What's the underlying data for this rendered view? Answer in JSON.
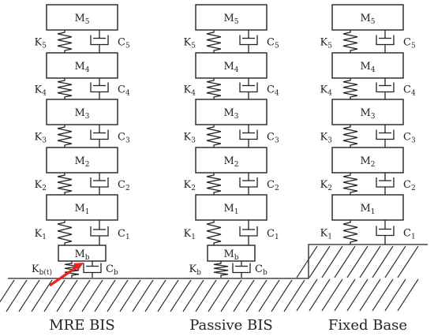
{
  "columns": [
    {
      "id": "mre-bis",
      "caption": "MRE BIS",
      "masses": [
        "M5",
        "M4",
        "M3",
        "M2",
        "M1"
      ],
      "springs": [
        "K5",
        "K4",
        "K3",
        "K2",
        "K1"
      ],
      "dampers": [
        "C5",
        "C4",
        "C3",
        "C2",
        "C1"
      ],
      "base": {
        "mass": "Mb",
        "spring": "Kb(t)",
        "damper": "Cb"
      },
      "arrow_color": "#e8231b"
    },
    {
      "id": "passive-bis",
      "caption": "Passive BIS",
      "masses": [
        "M5",
        "M4",
        "M3",
        "M2",
        "M1"
      ],
      "springs": [
        "K5",
        "K4",
        "K3",
        "K2",
        "K1"
      ],
      "dampers": [
        "C5",
        "C4",
        "C3",
        "C2",
        "C1"
      ],
      "base": {
        "mass": "Mb",
        "spring": "Kb",
        "damper": "Cb"
      }
    },
    {
      "id": "fixed-base",
      "caption": "Fixed Base",
      "masses": [
        "M5",
        "M4",
        "M3",
        "M2",
        "M1"
      ],
      "springs": [
        "K5",
        "K4",
        "K3",
        "K2",
        "K1"
      ],
      "dampers": [
        "C5",
        "C4",
        "C3",
        "C2",
        "C1"
      ]
    }
  ]
}
